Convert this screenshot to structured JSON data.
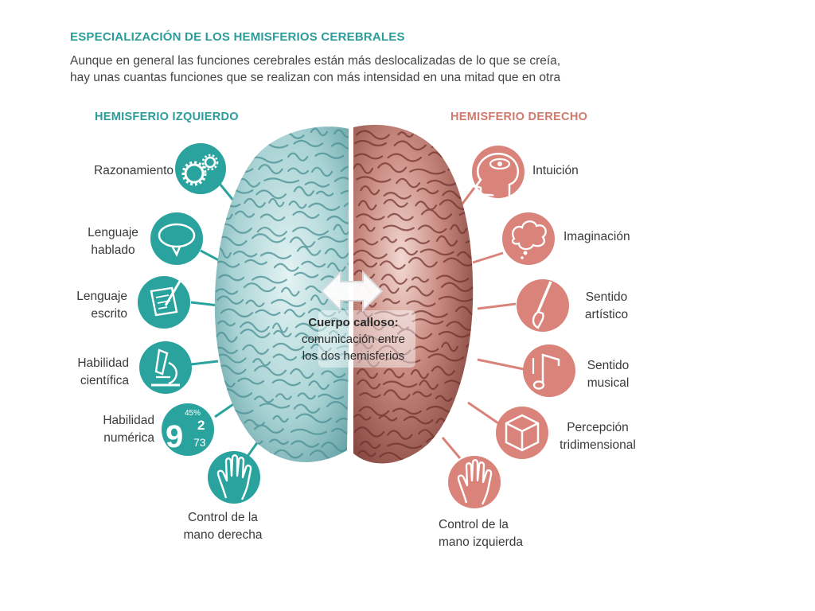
{
  "header": {
    "title": "ESPECIALIZACIÓN DE LOS HEMISFERIOS CEREBRALES",
    "subtitle_lines": [
      "Aunque en general las funciones cerebrales están más deslocalizadas de lo que se creía,",
      "hay unas cuantas funciones que se realizan con más intensidad en una mitad que en otra"
    ]
  },
  "colors": {
    "left": "#2aa39f",
    "right": "#d9837a",
    "title": "#2a9d9a"
  },
  "left": {
    "label": "HEMISFERIO IZQUIERDO",
    "functions": [
      {
        "lines": [
          "Razonamiento"
        ],
        "icon": "gears-icon"
      },
      {
        "lines": [
          "Lenguaje",
          "hablado"
        ],
        "icon": "speech-bubble-icon"
      },
      {
        "lines": [
          "Lenguaje",
          "escrito"
        ],
        "icon": "document-pen-icon"
      },
      {
        "lines": [
          "Habilidad",
          "científica"
        ],
        "icon": "microscope-icon"
      },
      {
        "lines": [
          "Habilidad",
          "numérica"
        ],
        "icon": "numbers-icon",
        "glyphs": [
          "45%",
          "9",
          "2",
          "73"
        ]
      },
      {
        "lines": [
          "Control de la",
          "mano derecha"
        ],
        "icon": "hand-icon"
      }
    ]
  },
  "right": {
    "label": "HEMISFERIO DERECHO",
    "functions": [
      {
        "lines": [
          "Intuición"
        ],
        "icon": "head-eye-icon"
      },
      {
        "lines": [
          "Imaginación"
        ],
        "icon": "thought-cloud-icon"
      },
      {
        "lines": [
          "Sentido",
          "artístico"
        ],
        "icon": "paintbrush-icon"
      },
      {
        "lines": [
          "Sentido",
          "musical"
        ],
        "icon": "music-note-icon"
      },
      {
        "lines": [
          "Percepción",
          "tridimensional"
        ],
        "icon": "cube-icon"
      },
      {
        "lines": [
          "Control de la",
          "mano izquierda"
        ],
        "icon": "hand-icon"
      }
    ]
  },
  "center": {
    "title": "Cuerpo calloso:",
    "lines": [
      "comunicación entre",
      "los dos hemisferios"
    ]
  }
}
